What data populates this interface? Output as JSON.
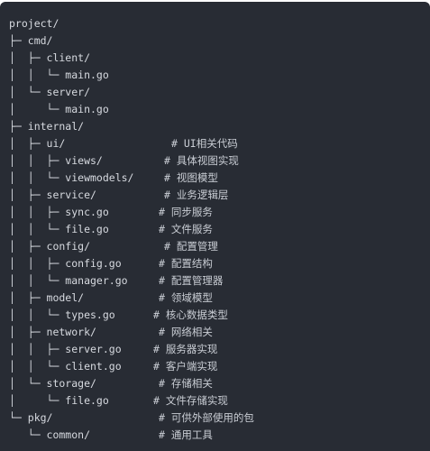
{
  "code_block": {
    "lines": [
      {
        "text": "project/",
        "comment": ""
      },
      {
        "text": "├─ cmd/",
        "comment": ""
      },
      {
        "text": "│  ├─ client/",
        "comment": ""
      },
      {
        "text": "│  │  └─ main.go",
        "comment": ""
      },
      {
        "text": "│  └─ server/",
        "comment": ""
      },
      {
        "text": "│     └─ main.go",
        "comment": ""
      },
      {
        "text": "├─ internal/",
        "comment": ""
      },
      {
        "text": "│  ├─ ui/",
        "comment": "# UI相关代码"
      },
      {
        "text": "│  │  ├─ views/",
        "comment": "# 具体视图实现"
      },
      {
        "text": "│  │  └─ viewmodels/",
        "comment": "# 视图模型"
      },
      {
        "text": "│  ├─ service/",
        "comment": "# 业务逻辑层"
      },
      {
        "text": "│  │  ├─ sync.go",
        "comment": "# 同步服务"
      },
      {
        "text": "│  │  └─ file.go",
        "comment": "# 文件服务"
      },
      {
        "text": "│  ├─ config/",
        "comment": "# 配置管理"
      },
      {
        "text": "│  │  ├─ config.go",
        "comment": "# 配置结构"
      },
      {
        "text": "│  │  └─ manager.go",
        "comment": "# 配置管理器"
      },
      {
        "text": "│  ├─ model/",
        "comment": "# 领域模型"
      },
      {
        "text": "│  │  └─ types.go",
        "comment": "# 核心数据类型"
      },
      {
        "text": "│  ├─ network/",
        "comment": "# 网络相关"
      },
      {
        "text": "│  │  ├─ server.go",
        "comment": "# 服务器实现"
      },
      {
        "text": "│  │  └─ client.go",
        "comment": "# 客户端实现"
      },
      {
        "text": "│  └─ storage/",
        "comment": "# 存储相关"
      },
      {
        "text": "│     └─ file.go",
        "comment": "# 文件存储实现"
      },
      {
        "text": "└─ pkg/",
        "comment": "# 可供外部使用的包"
      },
      {
        "text": "   └─ common/",
        "comment": "# 通用工具"
      }
    ]
  }
}
